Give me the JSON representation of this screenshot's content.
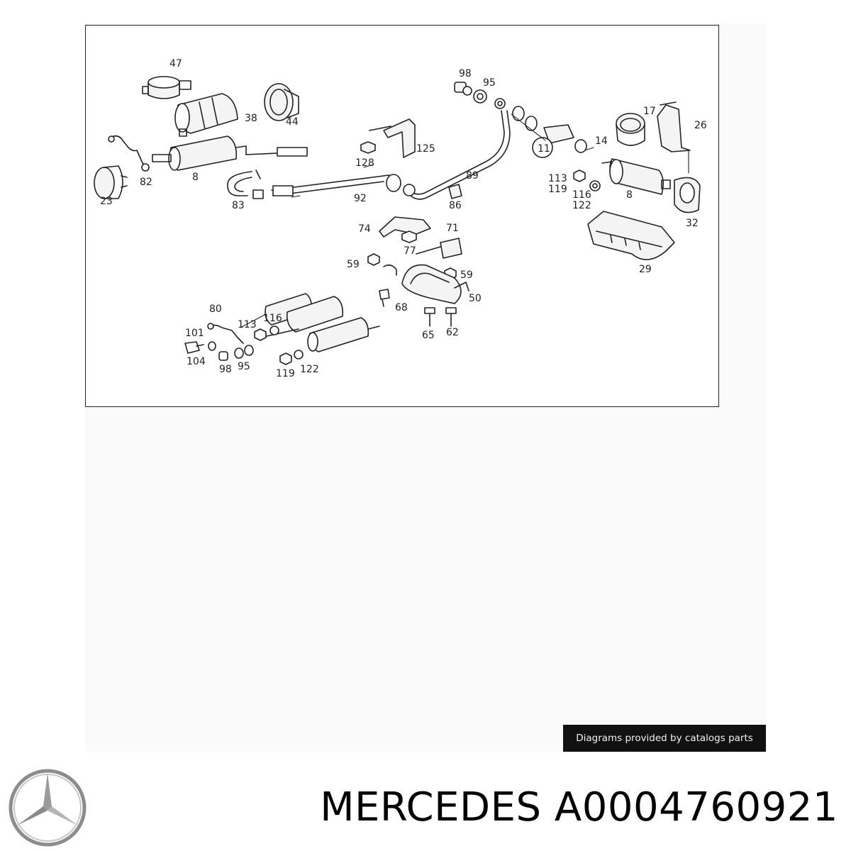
{
  "diagram": {
    "labels": [
      "47",
      "98",
      "95",
      "17",
      "26",
      "38",
      "44",
      "14",
      "11",
      "125",
      "128",
      "89",
      "82",
      "8",
      "113",
      "119",
      "116",
      "122",
      "8",
      "92",
      "86",
      "32",
      "23",
      "83",
      "71",
      "74",
      "77",
      "29",
      "59",
      "59",
      "50",
      "68",
      "80",
      "116",
      "113",
      "101",
      "65",
      "62",
      "104",
      "98",
      "95",
      "119",
      "122"
    ]
  },
  "credit": {
    "text": "Diagrams provided by catalogs parts"
  },
  "footer": {
    "brand": "MERCEDES",
    "part_number": "A0004760921",
    "logo_icon": "mercedes-star-icon"
  }
}
